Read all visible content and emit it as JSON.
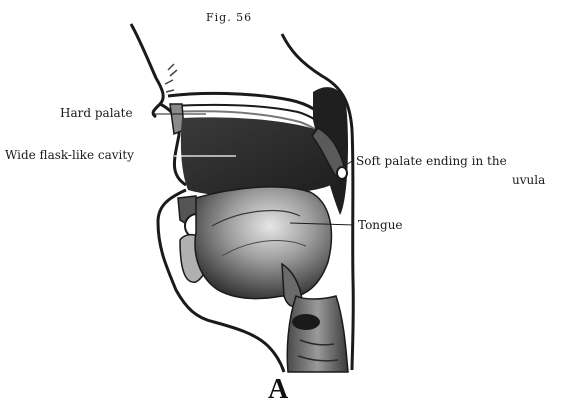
{
  "figure": {
    "title": "Fig. 56",
    "panel_letter": "A",
    "labels": {
      "hard_palate": "Hard palate",
      "cavity": "Wide flask-like cavity",
      "soft_palate_line1": "Soft palate ending in the",
      "soft_palate_line2": "uvula",
      "tongue": "Tongue"
    }
  },
  "colors": {
    "ink": "#1a1a1a",
    "dark_fill": "#2b2b2b",
    "mid_fill": "#6e6e6e",
    "light_fill": "#bdbdbd",
    "paper": "#ffffff"
  }
}
